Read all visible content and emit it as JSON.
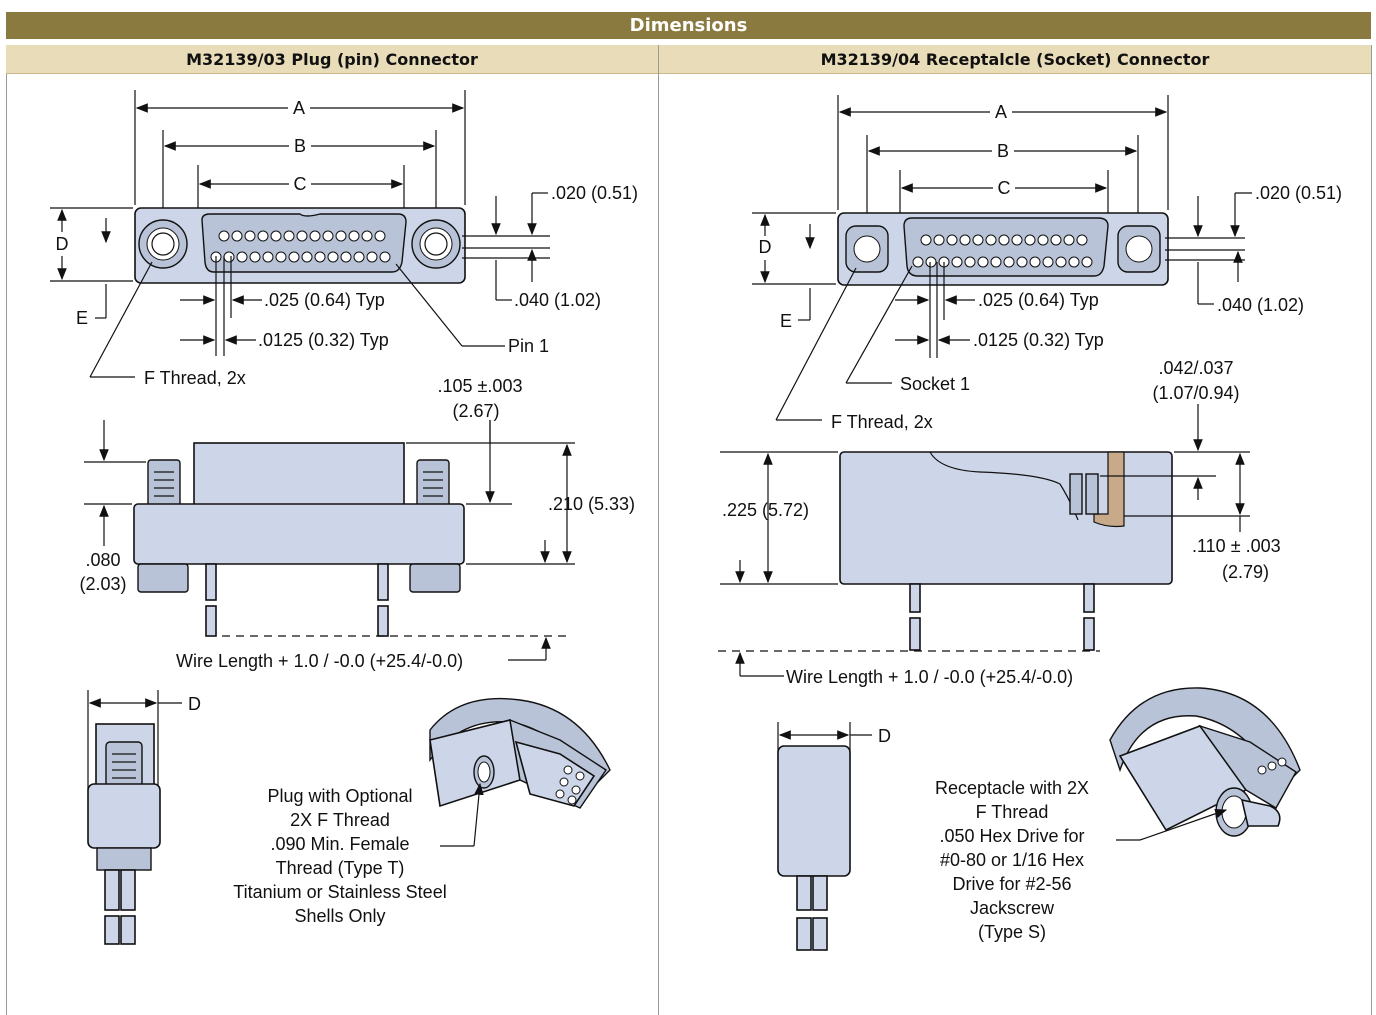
{
  "header": {
    "title": "Dimensions"
  },
  "columns": {
    "left": {
      "title": "M32139/03 Plug (pin) Connector"
    },
    "right": {
      "title": "M32139/04 Receptalcle (Socket) Connector"
    }
  },
  "left_labels": {
    "A": "A",
    "B": "B",
    "C": "C",
    "D": "D",
    "E": "E",
    "dim_020": ".020 (0.51)",
    "dim_040": ".040 (1.02)",
    "dim_025": ".025 (0.64) Typ",
    "dim_0125": ".0125 (0.32) Typ",
    "pin1": "Pin 1",
    "fthread": "F Thread, 2x",
    "dim_105_a": ".105 ±.003",
    "dim_105_b": "(2.67)",
    "dim_210": ".210 (5.33)",
    "dim_080_a": ".080",
    "dim_080_b": "(2.03)",
    "wire": "Wire Length + 1.0 / -0.0 (+25.4/-0.0)",
    "side_D": "D",
    "note": [
      "Plug with Optional",
      "2X F Thread",
      ".090 Min. Female",
      "Thread (Type T)",
      "Titanium or Stainless Steel",
      "Shells Only"
    ]
  },
  "right_labels": {
    "A": "A",
    "B": "B",
    "C": "C",
    "D": "D",
    "E": "E",
    "dim_020": ".020 (0.51)",
    "dim_040": ".040 (1.02)",
    "dim_025": ".025 (0.64) Typ",
    "dim_0125": ".0125 (0.32) Typ",
    "socket1": "Socket 1",
    "fthread": "F Thread, 2x",
    "dim_042_a": ".042/.037",
    "dim_042_b": "(1.07/0.94)",
    "dim_225": ".225 (5.72)",
    "dim_110_a": ".110 ± .003",
    "dim_110_b": "(2.79)",
    "wire": "Wire Length + 1.0 / -0.0 (+25.4/-0.0)",
    "side_D": "D",
    "note": [
      "Receptacle with 2X",
      "F Thread",
      ".050 Hex Drive for",
      "#0-80 or 1/16 Hex",
      "Drive for #2-56",
      "Jackscrew",
      "(Type S)"
    ]
  }
}
